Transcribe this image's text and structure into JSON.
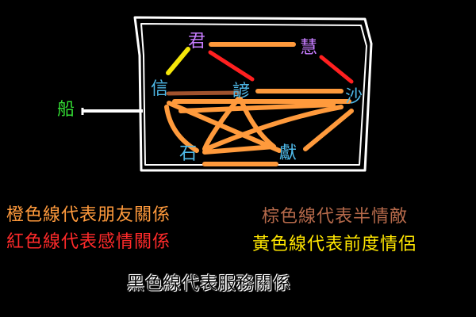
{
  "nodes": {
    "jun": {
      "label": "君",
      "color": "#c77dff"
    },
    "hui": {
      "label": "慧",
      "color": "#c77dff"
    },
    "xin": {
      "label": "信",
      "color": "#4fb9e8"
    },
    "yan": {
      "label": "諺",
      "color": "#4fb9e8"
    },
    "sha": {
      "label": "沙",
      "color": "#4fb9e8"
    },
    "shi": {
      "label": "石",
      "color": "#4fb9e8"
    },
    "xian": {
      "label": "獻",
      "color": "#4fb9e8"
    },
    "chuan": {
      "label": "船",
      "color": "#33dd33"
    }
  },
  "legend": {
    "orange": {
      "text": "橙色線代表朋友關係",
      "color": "#ff9a3c"
    },
    "brown": {
      "text": "棕色線代表半情敵",
      "color": "#b5694a"
    },
    "red": {
      "text": "紅色線代表感情關係",
      "color": "#ff2a2a"
    },
    "yellow": {
      "text": "黃色線代表前度情侶",
      "color": "#ffe600"
    },
    "black": {
      "text": "黑色線代表服務關係",
      "color": "#000000"
    }
  },
  "line_colors": {
    "orange": "#ff9a3c",
    "brown": "#a0522d",
    "red": "#ff2020",
    "yellow": "#f5e60a",
    "black": "#000000",
    "frame": "#ffffff"
  }
}
